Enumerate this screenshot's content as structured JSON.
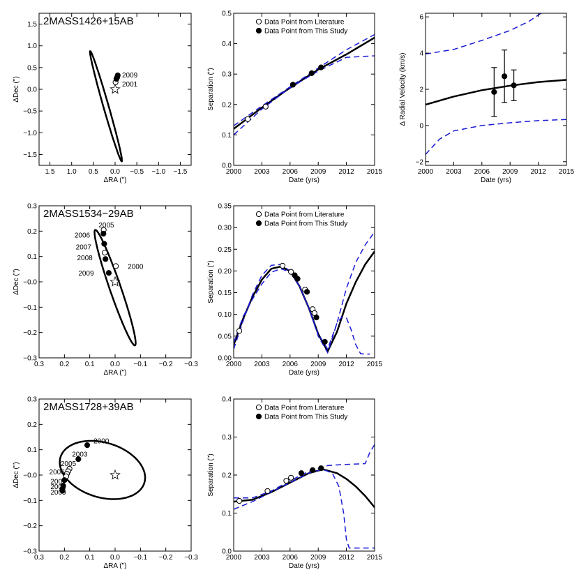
{
  "chart_data": [
    {
      "id": "orbit_1426",
      "type": "scatter",
      "title": "2MASS1426+15AB",
      "xlabel": "ΔRA (\")",
      "ylabel": "ΔDec (\")",
      "xlim": [
        1.75,
        -1.75
      ],
      "ylim": [
        -1.75,
        1.75
      ],
      "xticks": [
        "1.5",
        "1.0",
        "0.5",
        "0.0",
        "−0.5",
        "−1.0",
        "−1.5"
      ],
      "xtick_values": [
        1.5,
        1.0,
        0.5,
        0.0,
        -0.5,
        -1.0,
        -1.5
      ],
      "yticks": [
        "−1.5",
        "−1.0",
        "−0.5",
        "0.0",
        "0.5",
        "1.0",
        "1.5"
      ],
      "ytick_values": [
        -1.5,
        -1.0,
        -0.5,
        0.0,
        0.5,
        1.0,
        1.5
      ],
      "orbit": {
        "center": [
          0.21,
          -0.39
        ],
        "semi_major": 1.32,
        "semi_minor": 0.06,
        "angle_deg": 74
      },
      "star": [
        0.0,
        0.0
      ],
      "points": [
        {
          "x": -0.01,
          "y": 0.16,
          "filled": false
        },
        {
          "x": -0.03,
          "y": 0.24,
          "filled": true
        },
        {
          "x": -0.05,
          "y": 0.28,
          "filled": true
        },
        {
          "x": -0.06,
          "y": 0.32,
          "filled": true
        }
      ],
      "annotations": [
        {
          "text": "2009",
          "x": -0.16,
          "y": 0.33
        },
        {
          "text": "2001",
          "x": -0.16,
          "y": 0.12
        }
      ]
    },
    {
      "id": "sep_1426",
      "type": "line",
      "xlabel": "Date (yrs)",
      "ylabel": "Separation (\")",
      "xlim": [
        2000,
        2015
      ],
      "ylim": [
        0.0,
        0.5
      ],
      "xticks": [
        "2000",
        "2003",
        "2006",
        "2009",
        "2012",
        "2015"
      ],
      "xtick_values": [
        2000,
        2003,
        2006,
        2009,
        2012,
        2015
      ],
      "yticks": [
        "0.0",
        "0.1",
        "0.2",
        "0.3",
        "0.4",
        "0.5"
      ],
      "ytick_values": [
        0.0,
        0.1,
        0.2,
        0.3,
        0.4,
        0.5
      ],
      "legend": [
        "Data Point from Literature",
        "Data Point from This Study"
      ],
      "series": [
        {
          "style": "solid",
          "x": [
            2000,
            2003,
            2006,
            2009,
            2012,
            2015
          ],
          "y": [
            0.12,
            0.19,
            0.255,
            0.315,
            0.365,
            0.42
          ]
        },
        {
          "style": "dashed",
          "x": [
            2000,
            2003,
            2006,
            2009,
            2012,
            2015
          ],
          "y": [
            0.1,
            0.185,
            0.255,
            0.31,
            0.355,
            0.36
          ]
        },
        {
          "style": "dashed",
          "x": [
            2000,
            2003,
            2006,
            2009,
            2012,
            2015
          ],
          "y": [
            0.13,
            0.195,
            0.258,
            0.32,
            0.38,
            0.43
          ]
        }
      ],
      "points": [
        {
          "x": 2001.5,
          "y": 0.152,
          "filled": false
        },
        {
          "x": 2003.4,
          "y": 0.193,
          "filled": false
        },
        {
          "x": 2006.3,
          "y": 0.265,
          "filled": true
        },
        {
          "x": 2008.3,
          "y": 0.303,
          "filled": true
        },
        {
          "x": 2009.3,
          "y": 0.322,
          "filled": true
        }
      ]
    },
    {
      "id": "rv_1426",
      "type": "line",
      "xlabel": "Date (yrs)",
      "ylabel": "Δ Radial Velocity (km/s)",
      "xlim": [
        2000,
        2015
      ],
      "ylim": [
        -2.2,
        6.2
      ],
      "xticks": [
        "2000",
        "2003",
        "2006",
        "2009",
        "2012",
        "2015"
      ],
      "xtick_values": [
        2000,
        2003,
        2006,
        2009,
        2012,
        2015
      ],
      "yticks": [
        "−2",
        "0",
        "2",
        "4",
        "6"
      ],
      "ytick_values": [
        -2,
        0,
        2,
        4,
        6
      ],
      "series": [
        {
          "style": "solid",
          "x": [
            2000,
            2003,
            2006,
            2009,
            2012,
            2015
          ],
          "y": [
            1.15,
            1.6,
            1.95,
            2.2,
            2.4,
            2.52
          ]
        },
        {
          "style": "dashed",
          "x": [
            2000,
            2003,
            2006,
            2009,
            2011,
            2012.3
          ],
          "y": [
            3.95,
            4.2,
            4.7,
            5.25,
            5.75,
            6.2
          ]
        },
        {
          "style": "dashed",
          "x": [
            2000,
            2001.5,
            2003,
            2006,
            2009,
            2012,
            2015
          ],
          "y": [
            -1.6,
            -0.75,
            -0.3,
            0.0,
            0.15,
            0.27,
            0.33
          ]
        }
      ],
      "points": [
        {
          "x": 2007.3,
          "y": 1.85,
          "err": 1.35
        },
        {
          "x": 2008.4,
          "y": 2.72,
          "err": 1.45
        },
        {
          "x": 2009.4,
          "y": 2.22,
          "err": 0.85
        }
      ]
    },
    {
      "id": "orbit_1534",
      "type": "scatter",
      "title": "2MASS1534−29AB",
      "xlabel": "ΔRA (\")",
      "ylabel": "ΔDec (\")",
      "xlim": [
        0.3,
        -0.3
      ],
      "ylim": [
        -0.3,
        0.3
      ],
      "xticks": [
        "0.3",
        "0.2",
        "0.1",
        "0.0",
        "−0.1",
        "−0.2",
        "−0.3"
      ],
      "xtick_values": [
        0.3,
        0.2,
        0.1,
        0.0,
        -0.1,
        -0.2,
        -0.3
      ],
      "yticks": [
        "−0.3",
        "−0.2",
        "−0.1",
        "−0.0",
        "0.1",
        "0.2",
        "0.3"
      ],
      "ytick_values": [
        -0.3,
        -0.2,
        -0.1,
        0.0,
        0.1,
        0.2,
        0.3
      ],
      "orbit": {
        "center": [
          0.0,
          -0.023
        ],
        "semi_major": 0.241,
        "semi_minor": 0.022,
        "angle_deg": 71
      },
      "star": [
        0.0,
        0.0
      ],
      "points": [
        {
          "x": -0.003,
          "y": 0.062,
          "filled": false
        },
        {
          "x": 0.045,
          "y": 0.205,
          "filled": false
        },
        {
          "x": 0.046,
          "y": 0.19,
          "filled": true
        },
        {
          "x": 0.043,
          "y": 0.15,
          "filled": true
        },
        {
          "x": 0.041,
          "y": 0.115,
          "filled": false
        },
        {
          "x": 0.038,
          "y": 0.09,
          "filled": true
        },
        {
          "x": 0.025,
          "y": 0.035,
          "filled": true
        }
      ],
      "annotations": [
        {
          "text": "2005",
          "x": 0.065,
          "y": 0.225
        },
        {
          "text": "2006",
          "x": 0.16,
          "y": 0.185
        },
        {
          "text": "2007",
          "x": 0.155,
          "y": 0.137
        },
        {
          "text": "2008",
          "x": 0.15,
          "y": 0.095
        },
        {
          "text": "2009",
          "x": 0.145,
          "y": 0.035
        },
        {
          "text": "2000",
          "x": -0.05,
          "y": 0.06
        }
      ]
    },
    {
      "id": "sep_1534",
      "type": "line",
      "xlabel": "Date (yrs)",
      "ylabel": "Separation (\")",
      "xlim": [
        2000,
        2015
      ],
      "ylim": [
        0.0,
        0.35
      ],
      "xticks": [
        "2000",
        "2003",
        "2006",
        "2009",
        "2012",
        "2015"
      ],
      "xtick_values": [
        2000,
        2003,
        2006,
        2009,
        2012,
        2015
      ],
      "yticks": [
        "0.00",
        "0.05",
        "0.10",
        "0.15",
        "0.20",
        "0.25",
        "0.30",
        "0.35"
      ],
      "ytick_values": [
        0.0,
        0.05,
        0.1,
        0.15,
        0.2,
        0.25,
        0.3,
        0.35
      ],
      "legend": [
        "Data Point from Literature",
        "Data Point from This Study"
      ],
      "series": [
        {
          "style": "solid",
          "x": [
            2000,
            2001,
            2002,
            2003,
            2004,
            2005,
            2006,
            2007,
            2008,
            2009,
            2010,
            2011,
            2012,
            2013,
            2014,
            2015
          ],
          "y": [
            0.03,
            0.09,
            0.14,
            0.18,
            0.205,
            0.21,
            0.2,
            0.165,
            0.115,
            0.055,
            0.015,
            0.06,
            0.125,
            0.175,
            0.215,
            0.245
          ]
        },
        {
          "style": "dashed",
          "x": [
            2000,
            2001,
            2002,
            2003,
            2004,
            2005,
            2006,
            2007,
            2008,
            2009,
            2010,
            2011,
            2012,
            2013,
            2014,
            2015
          ],
          "y": [
            0.02,
            0.085,
            0.145,
            0.19,
            0.213,
            0.215,
            0.2,
            0.165,
            0.115,
            0.05,
            0.012,
            0.08,
            0.16,
            0.22,
            0.26,
            0.29
          ]
        },
        {
          "style": "dashed",
          "x": [
            2000,
            2001,
            2002,
            2003,
            2004,
            2005,
            2006,
            2007,
            2008,
            2009,
            2010,
            2011,
            2011.5,
            2012,
            2012.5,
            2013,
            2013.5,
            2014,
            2014.5
          ],
          "y": [
            0.035,
            0.095,
            0.135,
            0.17,
            0.197,
            0.205,
            0.198,
            0.165,
            0.115,
            0.055,
            0.02,
            0.08,
            0.094,
            0.092,
            0.065,
            0.03,
            0.01,
            0.008,
            0.009
          ]
        }
      ],
      "points": [
        {
          "x": 2000.6,
          "y": 0.062,
          "filled": false
        },
        {
          "x": 2005.2,
          "y": 0.212,
          "filled": false
        },
        {
          "x": 2006.1,
          "y": 0.198,
          "filled": false
        },
        {
          "x": 2006.5,
          "y": 0.19,
          "filled": true
        },
        {
          "x": 2006.8,
          "y": 0.182,
          "filled": true
        },
        {
          "x": 2007.6,
          "y": 0.157,
          "filled": false
        },
        {
          "x": 2007.8,
          "y": 0.152,
          "filled": true
        },
        {
          "x": 2008.4,
          "y": 0.112,
          "filled": false
        },
        {
          "x": 2008.6,
          "y": 0.103,
          "filled": false
        },
        {
          "x": 2008.8,
          "y": 0.093,
          "filled": true
        },
        {
          "x": 2009.7,
          "y": 0.037,
          "filled": true
        }
      ]
    },
    {
      "id": "orbit_1728",
      "type": "scatter",
      "title": "2MASS1728+39AB",
      "xlabel": "ΔRA (\")",
      "ylabel": "ΔDec (\")",
      "xlim": [
        0.3,
        -0.3
      ],
      "ylim": [
        -0.3,
        0.3
      ],
      "xticks": [
        "0.3",
        "0.2",
        "0.1",
        "0.0",
        "−0.1",
        "−0.2",
        "−0.3"
      ],
      "xtick_values": [
        0.3,
        0.2,
        0.1,
        0.0,
        -0.1,
        -0.2,
        -0.3
      ],
      "yticks": [
        "−0.3",
        "−0.2",
        "−0.1",
        "−0.0",
        "0.1",
        "0.2",
        "0.3"
      ],
      "ytick_values": [
        -0.3,
        -0.2,
        -0.1,
        0.0,
        0.1,
        0.2,
        0.3
      ],
      "orbit": {
        "center": [
          0.05,
          0.02
        ],
        "semi_major": 0.173,
        "semi_minor": 0.108,
        "angle_deg": 17
      },
      "star": [
        0.0,
        0.0
      ],
      "points": [
        {
          "x": 0.11,
          "y": 0.118,
          "filled": true
        },
        {
          "x": 0.145,
          "y": 0.063,
          "filled": true
        },
        {
          "x": 0.18,
          "y": 0.025,
          "filled": false
        },
        {
          "x": 0.185,
          "y": 0.015,
          "filled": false
        },
        {
          "x": 0.19,
          "y": 0.005,
          "filled": false
        },
        {
          "x": 0.193,
          "y": -0.005,
          "filled": false
        },
        {
          "x": 0.2,
          "y": -0.02,
          "filled": true
        },
        {
          "x": 0.205,
          "y": -0.042,
          "filled": true
        },
        {
          "x": 0.208,
          "y": -0.055,
          "filled": true
        },
        {
          "x": 0.208,
          "y": -0.062,
          "filled": true
        }
      ],
      "annotations": [
        {
          "text": "2000",
          "x": 0.085,
          "y": 0.135
        },
        {
          "text": "2003",
          "x": 0.17,
          "y": 0.082
        },
        {
          "text": "2005",
          "x": 0.215,
          "y": 0.045
        },
        {
          "text": "2006",
          "x": 0.26,
          "y": 0.012
        },
        {
          "text": "2007",
          "x": 0.255,
          "y": -0.025
        },
        {
          "text": "2008",
          "x": 0.255,
          "y": -0.045
        },
        {
          "text": "2009",
          "x": 0.255,
          "y": -0.068
        }
      ]
    },
    {
      "id": "sep_1728",
      "type": "line",
      "xlabel": "Date (yrs)",
      "ylabel": "Separation (\")",
      "xlim": [
        2000,
        2015
      ],
      "ylim": [
        0.0,
        0.4
      ],
      "xticks": [
        "2000",
        "2003",
        "2006",
        "2009",
        "2012",
        "2015"
      ],
      "xtick_values": [
        2000,
        2003,
        2006,
        2009,
        2012,
        2015
      ],
      "yticks": [
        "0.0",
        "0.1",
        "0.2",
        "0.3",
        "0.4"
      ],
      "ytick_values": [
        0.0,
        0.1,
        0.2,
        0.3,
        0.4
      ],
      "legend": [
        "Data Point from Literature",
        "Data Point from This Study"
      ],
      "series": [
        {
          "style": "solid",
          "x": [
            2000,
            2002,
            2004,
            2006,
            2008,
            2009.5,
            2011,
            2012,
            2013,
            2014,
            2015
          ],
          "y": [
            0.13,
            0.135,
            0.155,
            0.18,
            0.205,
            0.215,
            0.205,
            0.19,
            0.17,
            0.145,
            0.115
          ]
        },
        {
          "style": "dashed",
          "x": [
            2000,
            2002,
            2004,
            2006,
            2008,
            2010,
            2012,
            2014,
            2014.5,
            2015
          ],
          "y": [
            0.14,
            0.14,
            0.158,
            0.185,
            0.21,
            0.225,
            0.228,
            0.23,
            0.26,
            0.28
          ]
        },
        {
          "style": "dashed",
          "x": [
            2000,
            2002,
            2004,
            2006,
            2008,
            2009.5,
            2010.5,
            2011.2,
            2011.7,
            2012,
            2012.3,
            2015
          ],
          "y": [
            0.11,
            0.13,
            0.155,
            0.18,
            0.205,
            0.215,
            0.205,
            0.17,
            0.1,
            0.03,
            0.008,
            0.008
          ]
        }
      ],
      "points": [
        {
          "x": 2000.6,
          "y": 0.132,
          "filled": false
        },
        {
          "x": 2003.6,
          "y": 0.158,
          "filled": false
        },
        {
          "x": 2005.6,
          "y": 0.185,
          "filled": false
        },
        {
          "x": 2006.1,
          "y": 0.193,
          "filled": false
        },
        {
          "x": 2007.2,
          "y": 0.205,
          "filled": true
        },
        {
          "x": 2008.4,
          "y": 0.213,
          "filled": true
        },
        {
          "x": 2009.3,
          "y": 0.218,
          "filled": true
        }
      ]
    }
  ]
}
